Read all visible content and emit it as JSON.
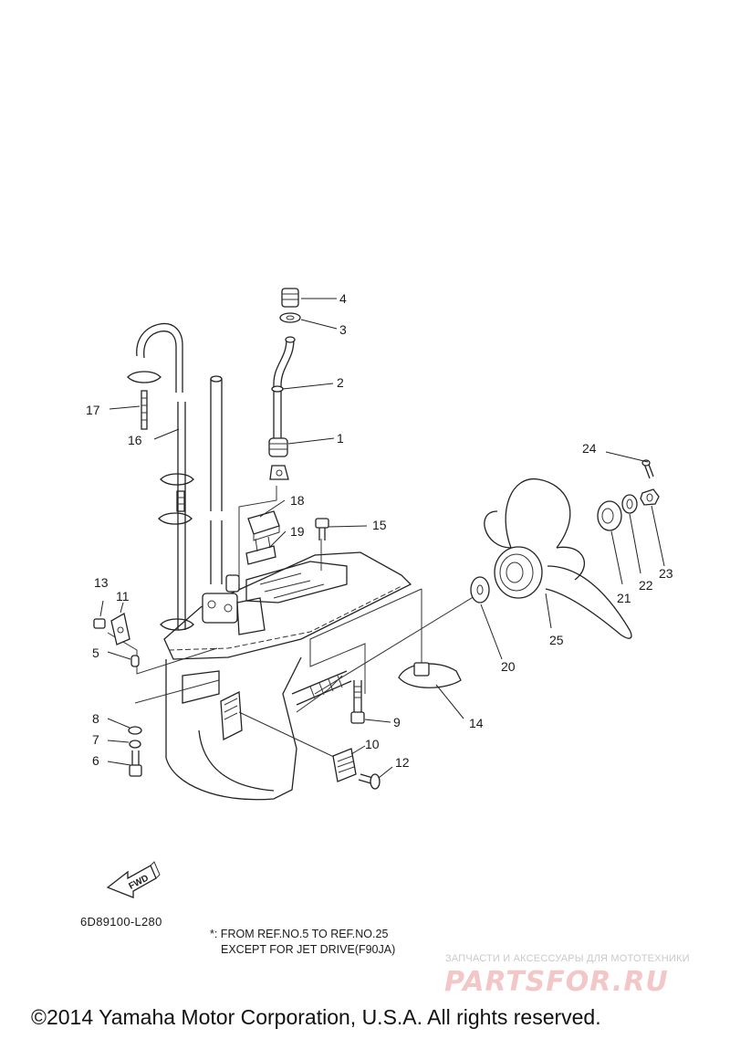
{
  "diagram": {
    "callouts": [
      "1",
      "2",
      "3",
      "4",
      "5",
      "6",
      "7",
      "8",
      "9",
      "10",
      "11",
      "12",
      "13",
      "14",
      "15",
      "16",
      "17",
      "18",
      "19",
      "20",
      "21",
      "22",
      "23",
      "24",
      "25"
    ],
    "fwd_label": "FWD",
    "code": "6D89100-L280",
    "note_line1": "*: FROM REF.NO.5 TO REF.NO.25",
    "note_line2": "EXCEPT FOR JET DRIVE(F90JA)"
  },
  "watermark": {
    "tagline": "ЗАПЧАСТИ И АКСЕССУАРЫ ДЛЯ МОТОТЕХНИКИ",
    "brand": "PARTSFOR.RU"
  },
  "copyright": "©2014 Yamaha Motor Corporation, U.S.A. All rights reserved."
}
